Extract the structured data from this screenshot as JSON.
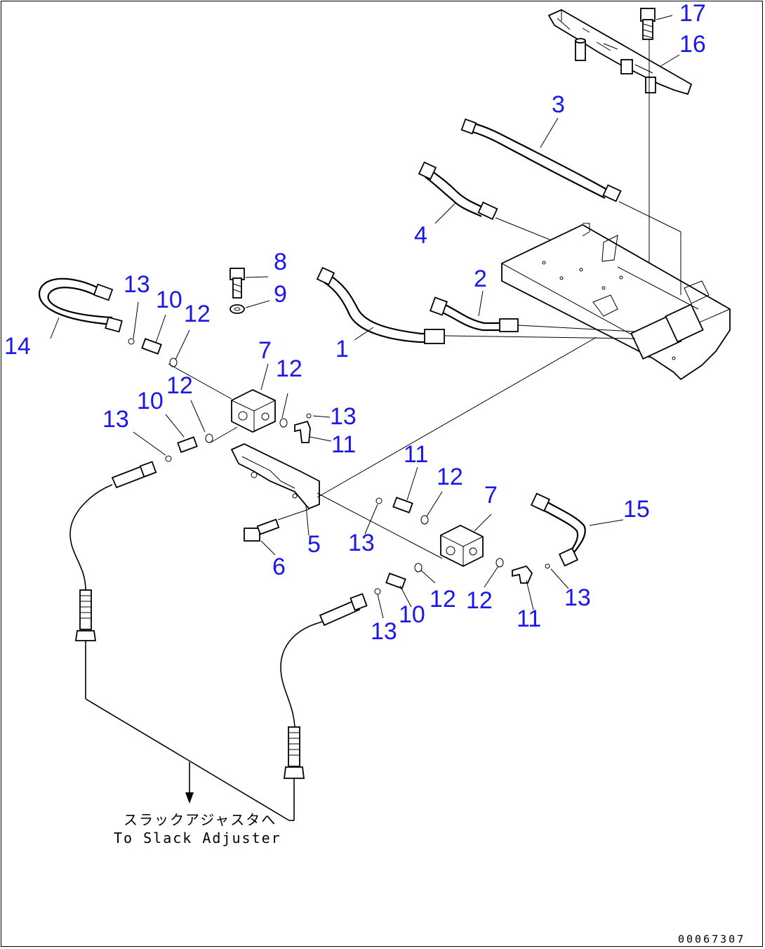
{
  "callouts": [
    {
      "id": "c1",
      "text": "1"
    },
    {
      "id": "c2",
      "text": "2"
    },
    {
      "id": "c3",
      "text": "3"
    },
    {
      "id": "c4",
      "text": "4"
    },
    {
      "id": "c5",
      "text": "5"
    },
    {
      "id": "c6",
      "text": "6"
    },
    {
      "id": "c7a",
      "text": "7"
    },
    {
      "id": "c7b",
      "text": "7"
    },
    {
      "id": "c8",
      "text": "8"
    },
    {
      "id": "c9",
      "text": "9"
    },
    {
      "id": "c10a",
      "text": "10"
    },
    {
      "id": "c10b",
      "text": "10"
    },
    {
      "id": "c10c",
      "text": "10"
    },
    {
      "id": "c11a",
      "text": "11"
    },
    {
      "id": "c11b",
      "text": "11"
    },
    {
      "id": "c11c",
      "text": "11"
    },
    {
      "id": "c12a",
      "text": "12"
    },
    {
      "id": "c12b",
      "text": "12"
    },
    {
      "id": "c12c",
      "text": "12"
    },
    {
      "id": "c12d",
      "text": "12"
    },
    {
      "id": "c12e",
      "text": "12"
    },
    {
      "id": "c12f",
      "text": "12"
    },
    {
      "id": "c13a",
      "text": "13"
    },
    {
      "id": "c13b",
      "text": "13"
    },
    {
      "id": "c13c",
      "text": "13"
    },
    {
      "id": "c13d",
      "text": "13"
    },
    {
      "id": "c13e",
      "text": "13"
    },
    {
      "id": "c13f",
      "text": "13"
    },
    {
      "id": "c14",
      "text": "14"
    },
    {
      "id": "c15",
      "text": "15"
    },
    {
      "id": "c16",
      "text": "16"
    },
    {
      "id": "c17",
      "text": "17"
    }
  ],
  "note": {
    "japanese": "スラックアジャスタへ",
    "english": "To Slack Adjuster"
  },
  "doc_number": "00067307",
  "colors": {
    "callout": "#1b17e8",
    "line": "#000000",
    "background": "#ffffff"
  }
}
